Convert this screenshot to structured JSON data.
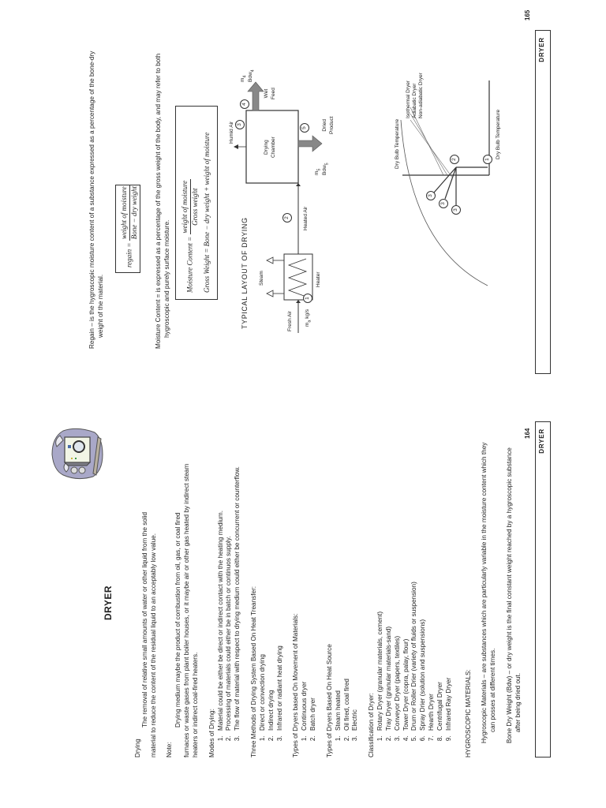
{
  "left_page": {
    "title": "DRYER",
    "drying": {
      "heading": "Drying",
      "text_first": "The removal of relative small amounts of water or other liquid from the solid",
      "text_rest": "material to reduce the content of the residual liquid to an acceptably low value."
    },
    "note": {
      "heading": "Note:",
      "text_first": "Drying medium maybe the product of combustion from oil, gas, or coal fired",
      "text_rest": "furnaces or waste gases from plant boiler houses, or it maybe air or other gas heated by indirect steam heaters or indirect coal-fired heaters."
    },
    "modes": {
      "heading": "Modes of Drying:",
      "items": [
        "Material could be either be direct or indirect contact with the heating medium.",
        "Processing of materials could either be in batch or continuos supply.",
        "The flow of material with respect to drying medium could either be concurrent or counterflow."
      ]
    },
    "heat_transfer": {
      "heading": "Three Methods of Drying System Based On Heat Treansfer:",
      "items": [
        "Direct or convection drying",
        "Indirect drying",
        "Infrared or radiant heat drying"
      ]
    },
    "movement": {
      "heading": "Types of Dryers based On Movement of Materials:",
      "items": [
        "Continuous dryer",
        "Batch dryer"
      ]
    },
    "heat_source": {
      "heading": "Types of Dryers Based On Heat Source",
      "items": [
        "Steam heated",
        "Oil fired, coal fired",
        "Electric"
      ]
    },
    "classification": {
      "heading": "Classification of Dryer:",
      "items": [
        "Rotary Dryer (granular materials, cement)",
        "Tray Dryer (granular materials-sand)",
        "Conveyor Dryer (papers, textiles)",
        "Tower Dryer (copra, palay, flour)",
        "Drum or Roller Drier (variety of fluids or suspension)",
        "Spray Drier (solution and suspensions)",
        "Hearth Dryer",
        "Centrifugal Dryer",
        "Infrared Ray Dryer"
      ]
    },
    "hygroscopic": {
      "heading": "HYGROSCOPIC MATERIALS:",
      "definition": "Hygroscopic Materials – are substances which are particularly variable in the moisture content which they can posses at different times.",
      "bone_dry": "Bone Dry Weight (Bdw) – or dry weight is the final constant weight reached by a hygroscopic substance after being dried out."
    },
    "footer": {
      "label": "DRYER",
      "page_number": "164"
    },
    "icon": "dryer-machine-clipart"
  },
  "right_page": {
    "regain": {
      "text": "Regain – is the hygroscopic moisture content of a substance expressed as a percentage of the bone-dry weight of the material.",
      "formula_lhs": "regain =",
      "formula_num": "weight of moisture",
      "formula_den": "Bone − dry weight"
    },
    "moisture_content": {
      "text": "Moisture Content = is expressed as a percentage of the gross weight of the body, and may refer to both hygroscopic and purely surface moisture.",
      "formula_lhs": "Moisture Content =",
      "formula_num": "weight of moisture",
      "formula_den": "Gross weight",
      "formula2": "Gross Weight = Bone − dry weight + weight of moisture"
    },
    "layout": {
      "heading": "TYPICAL LAYOUT OF DRYING",
      "labels": {
        "fresh_air": "Fresh Air",
        "ma": "m",
        "ma_sub": "a",
        "kgs": "kg/s",
        "steam": "Steam",
        "heater": "Heater",
        "heated_air": "Heated Air",
        "drying_chamber_1": "Drying",
        "drying_chamber_2": "Chamber",
        "humid_air": "Humid Air",
        "wet_feed_1": "Wet",
        "wet_feed_2": "Feed",
        "m4": "m",
        "m4_sub": "4",
        "bdw4": "Bdw",
        "bdw4_sub": "4",
        "dried_1": "Dried",
        "dried_2": "Product",
        "m5": "m",
        "m5_sub": "5",
        "bdw5": "Bdw",
        "bdw5_sub": "5"
      },
      "points": [
        "1",
        "2",
        "3",
        "4",
        "5"
      ]
    },
    "psychro": {
      "y_label": "Dry Bulb Temperature",
      "x_label": "Dry Bulb Temperature",
      "legend": [
        "Isothermal Dryer",
        "Adiabatic Dryer",
        "Non-adiabatic Dryer"
      ],
      "points": [
        "1",
        "2",
        "3",
        "3",
        "3"
      ]
    },
    "footer": {
      "label": "DRYER",
      "page_number": "165"
    }
  }
}
